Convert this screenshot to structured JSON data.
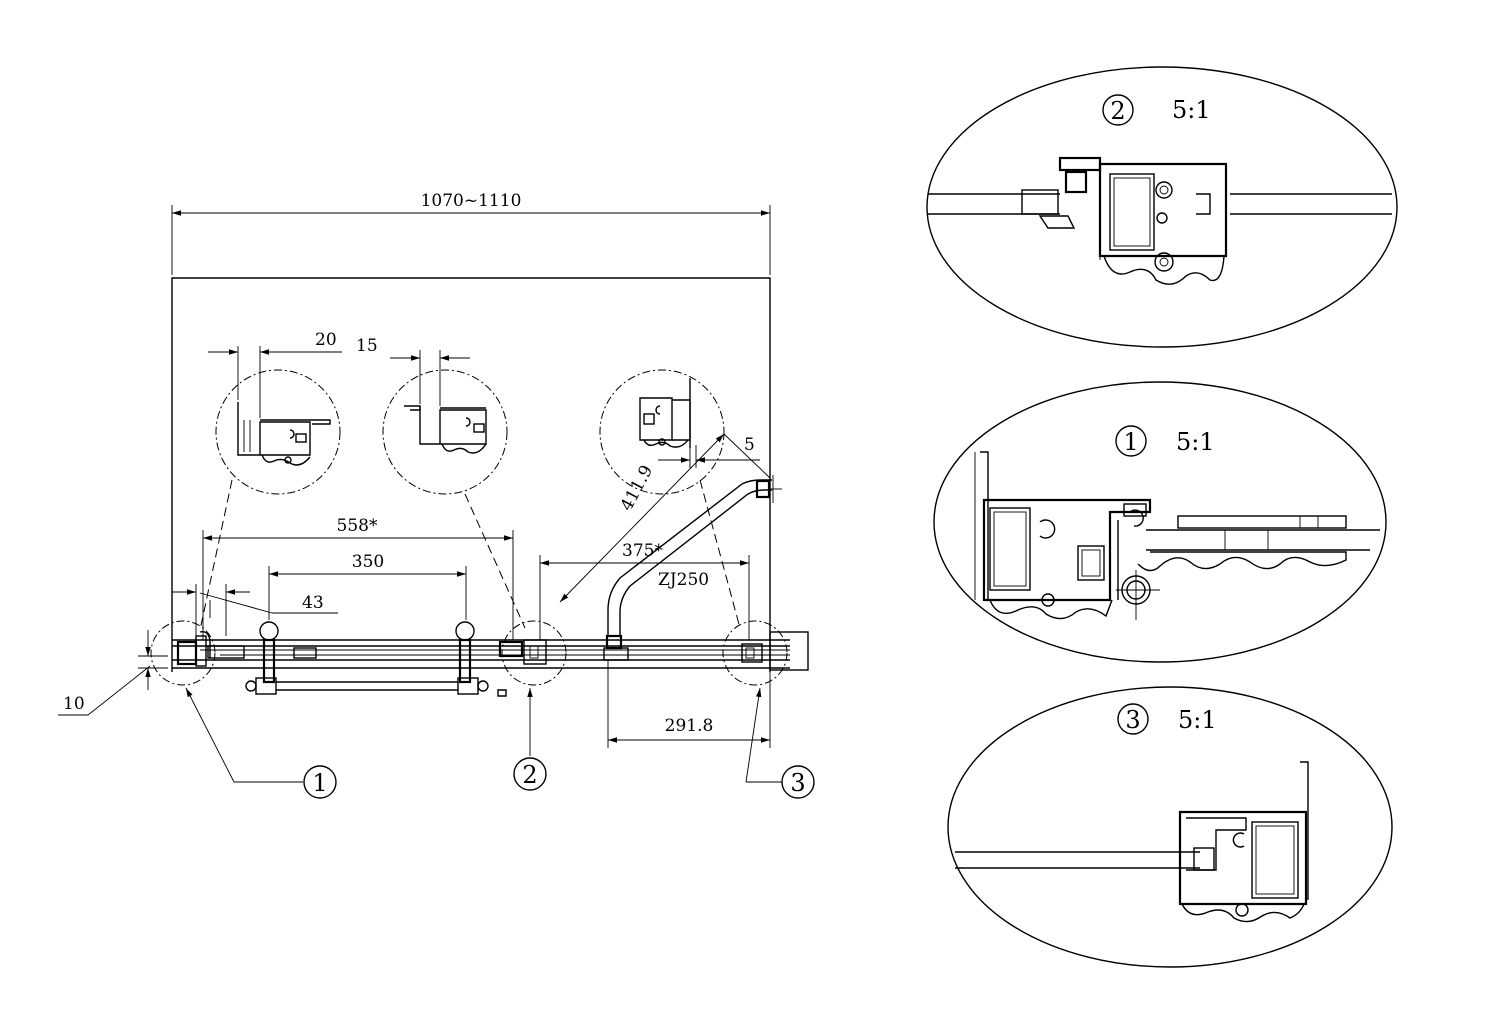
{
  "dimensions": {
    "overall_width": "1070~1110",
    "profile_width_a": "20",
    "profile_width_b": "15",
    "gap": "5",
    "diagonal": "411.9",
    "span_558": "558*",
    "handle_spacing": "350",
    "span_375": "375*",
    "model": "ZJ250",
    "offset_43": "43",
    "thickness_10": "10",
    "length_291": "291.8"
  },
  "callouts": {
    "c1": "1",
    "c2": "2",
    "c3": "3"
  },
  "details": [
    {
      "ref": "2",
      "scale": "5:1"
    },
    {
      "ref": "1",
      "scale": "5:1"
    },
    {
      "ref": "3",
      "scale": "5:1"
    }
  ]
}
